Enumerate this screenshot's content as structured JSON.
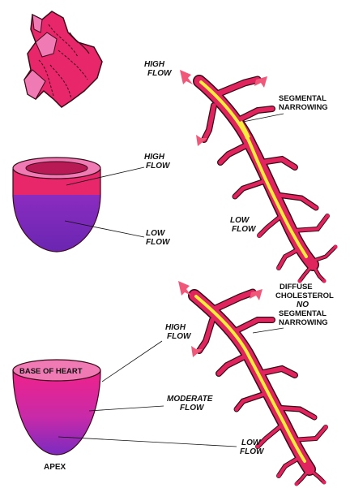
{
  "colors": {
    "heart_pink": "#e8266a",
    "heart_pink_light": "#f07ab4",
    "heart_outline": "#3a0a18",
    "purple": "#7a2bb8",
    "magenta": "#e03a9a",
    "artery_pink": "#e0245e",
    "artery_core": "#f6ee3a",
    "arrow": "#f0587a"
  },
  "top_panel": {
    "artery_labels": {
      "high_flow": [
        "HIGH",
        "FLOW"
      ],
      "low_flow": [
        "LOW",
        "FLOW"
      ],
      "segmental": [
        "SEGMENTAL",
        "NARROWING"
      ]
    },
    "cup_labels": {
      "high_flow": [
        "HIGH",
        "FLOW"
      ],
      "low_flow": [
        "LOW",
        "FLOW"
      ]
    }
  },
  "bottom_panel": {
    "artery_labels": {
      "diffuse": [
        "DIFFUSE",
        "CHOLESTEROL",
        "NO",
        "SEGMENTAL",
        "NARROWING"
      ]
    },
    "cup_labels": {
      "high_flow": [
        "HIGH",
        "FLOW"
      ],
      "moderate_flow": [
        "MODERATE",
        "FLOW"
      ],
      "low_flow": [
        "LOW",
        "FLOW"
      ],
      "base_of_heart": "BASE OF HEART",
      "apex": "APEX"
    }
  }
}
